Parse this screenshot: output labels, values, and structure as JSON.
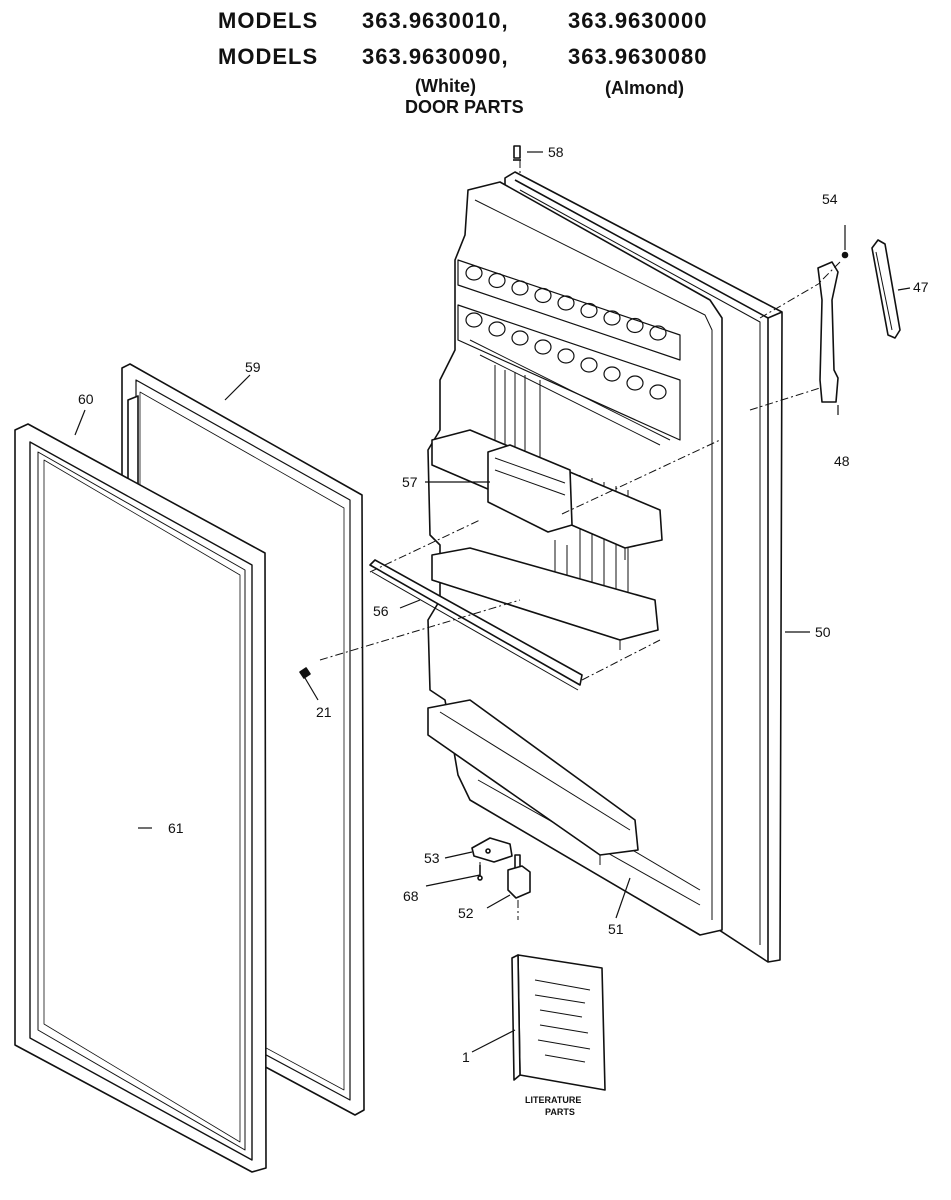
{
  "header": {
    "row1": {
      "label": "MODELS",
      "model_a": "363.9630010,",
      "model_b": "363.9630000"
    },
    "row2": {
      "label": "MODELS",
      "model_a": "363.9630090,",
      "model_b": "363.9630080"
    },
    "variant_white": "(White)",
    "variant_almond": "(Almond)",
    "section_title": "DOOR PARTS"
  },
  "parts": {
    "p58": "58",
    "p54": "54",
    "p47": "47",
    "p59": "59",
    "p60": "60",
    "p48": "48",
    "p57": "57",
    "p56": "56",
    "p50": "50",
    "p21": "21",
    "p61": "61",
    "p53": "53",
    "p68": "68",
    "p52": "52",
    "p51": "51",
    "p1": "1"
  },
  "literature": {
    "line1": "LITERATURE",
    "line2": "PARTS"
  }
}
